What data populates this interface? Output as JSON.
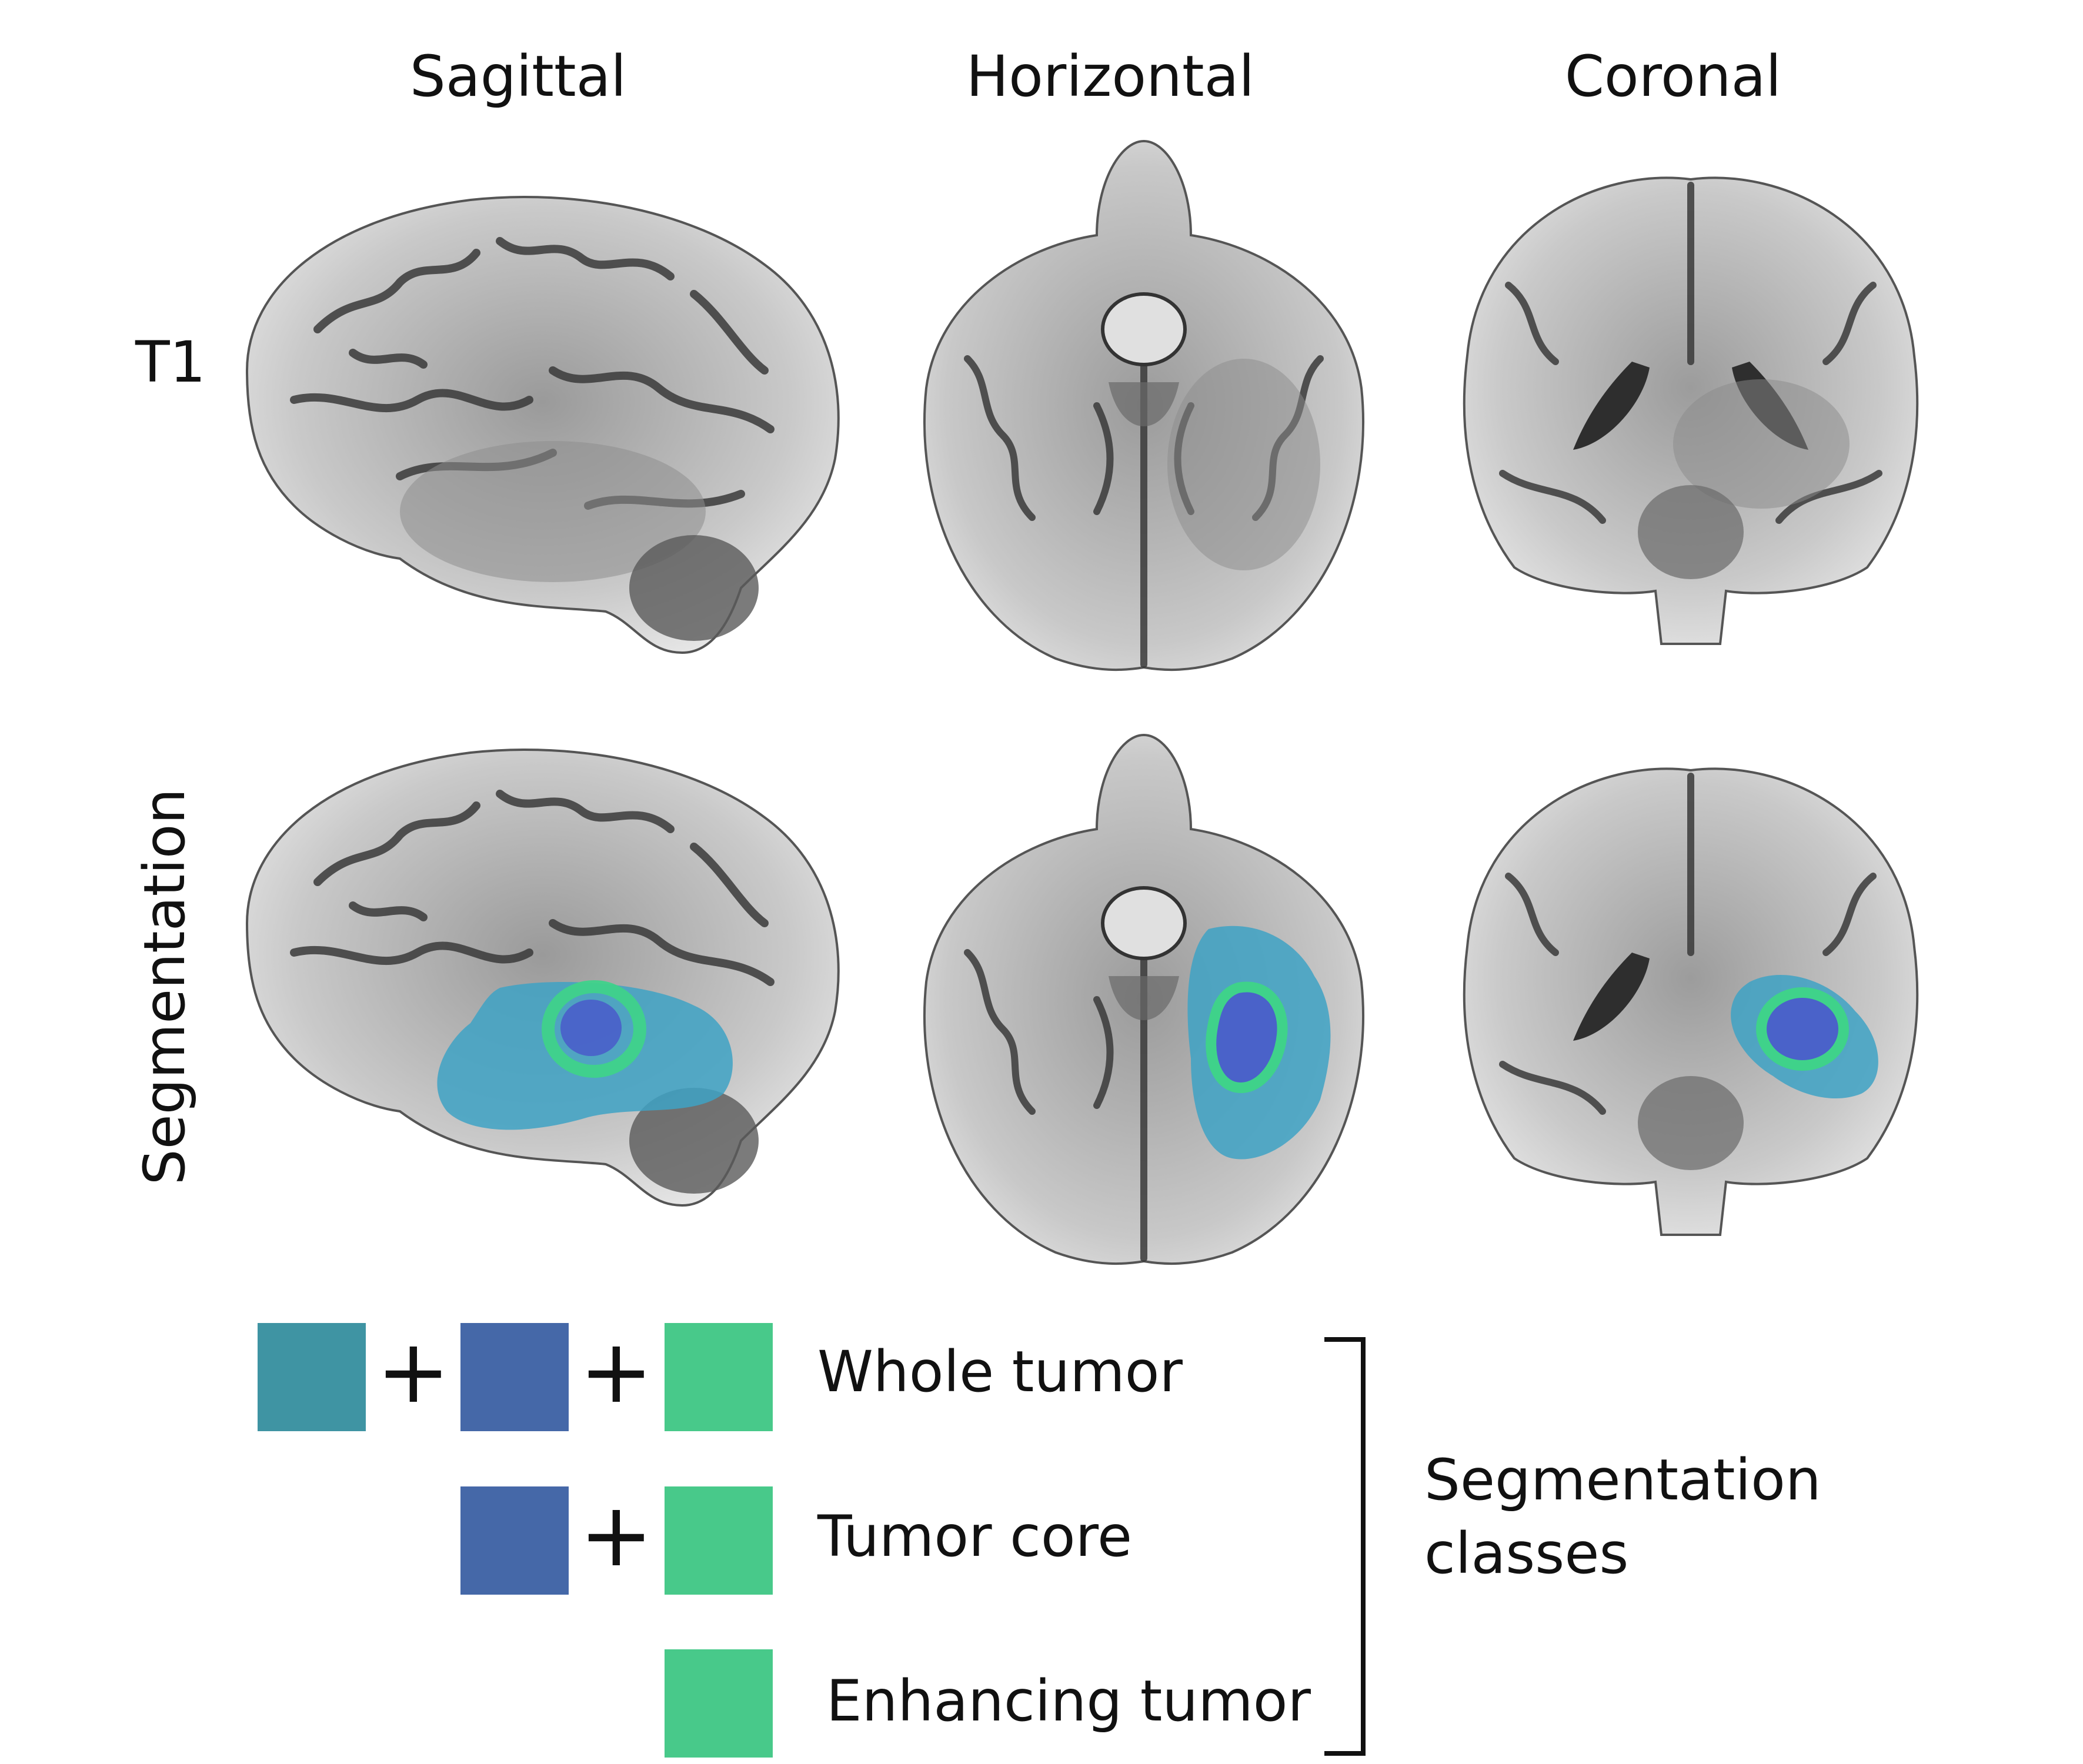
{
  "columns": [
    "Sagittal",
    "Horizontal",
    "Coronal"
  ],
  "rows": [
    "T1",
    "Segmentation"
  ],
  "legend": {
    "items": [
      {
        "swatches": [
          "edema-color",
          "core-color",
          "enhancing-color"
        ],
        "label": "Whole tumor"
      },
      {
        "swatches": [
          "core-color",
          "enhancing-color"
        ],
        "label": "Tumor core"
      },
      {
        "swatches": [
          "enhancing-color"
        ],
        "label": "Enhancing tumor"
      }
    ],
    "plus": "+",
    "group_title_line1": "Segmentation",
    "group_title_line2": "classes"
  },
  "colors": {
    "edema": "#3f94a3",
    "core": "#4568a8",
    "enhancing": "#48c98a",
    "overlay_edema": "#3ea2c4",
    "overlay_core": "#4a62c9",
    "overlay_enhancing": "#3fd28a",
    "brain_light": "#d8d8d8",
    "brain_dark": "#3a3a3a"
  }
}
